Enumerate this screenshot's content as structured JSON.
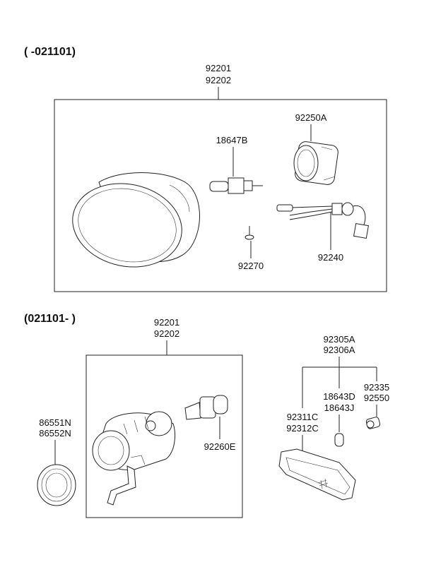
{
  "sections": [
    {
      "header": "( -021101)",
      "assembly_labels": [
        "92201",
        "92202"
      ],
      "parts": {
        "bulb": "18647B",
        "cap": "92250A",
        "screw": "92270",
        "harness": "92240"
      }
    },
    {
      "header": "(021101- )",
      "assembly_labels": [
        "92201",
        "92202"
      ],
      "parts": {
        "bulb": "92260E",
        "bezel": [
          "86551N",
          "86552N"
        ],
        "repeater_assy": [
          "92305A",
          "92306A"
        ],
        "socket": [
          "18643D",
          "18643J"
        ],
        "holder": [
          "92335",
          "92550"
        ],
        "lens": [
          "92311C",
          "92312C"
        ]
      }
    }
  ]
}
